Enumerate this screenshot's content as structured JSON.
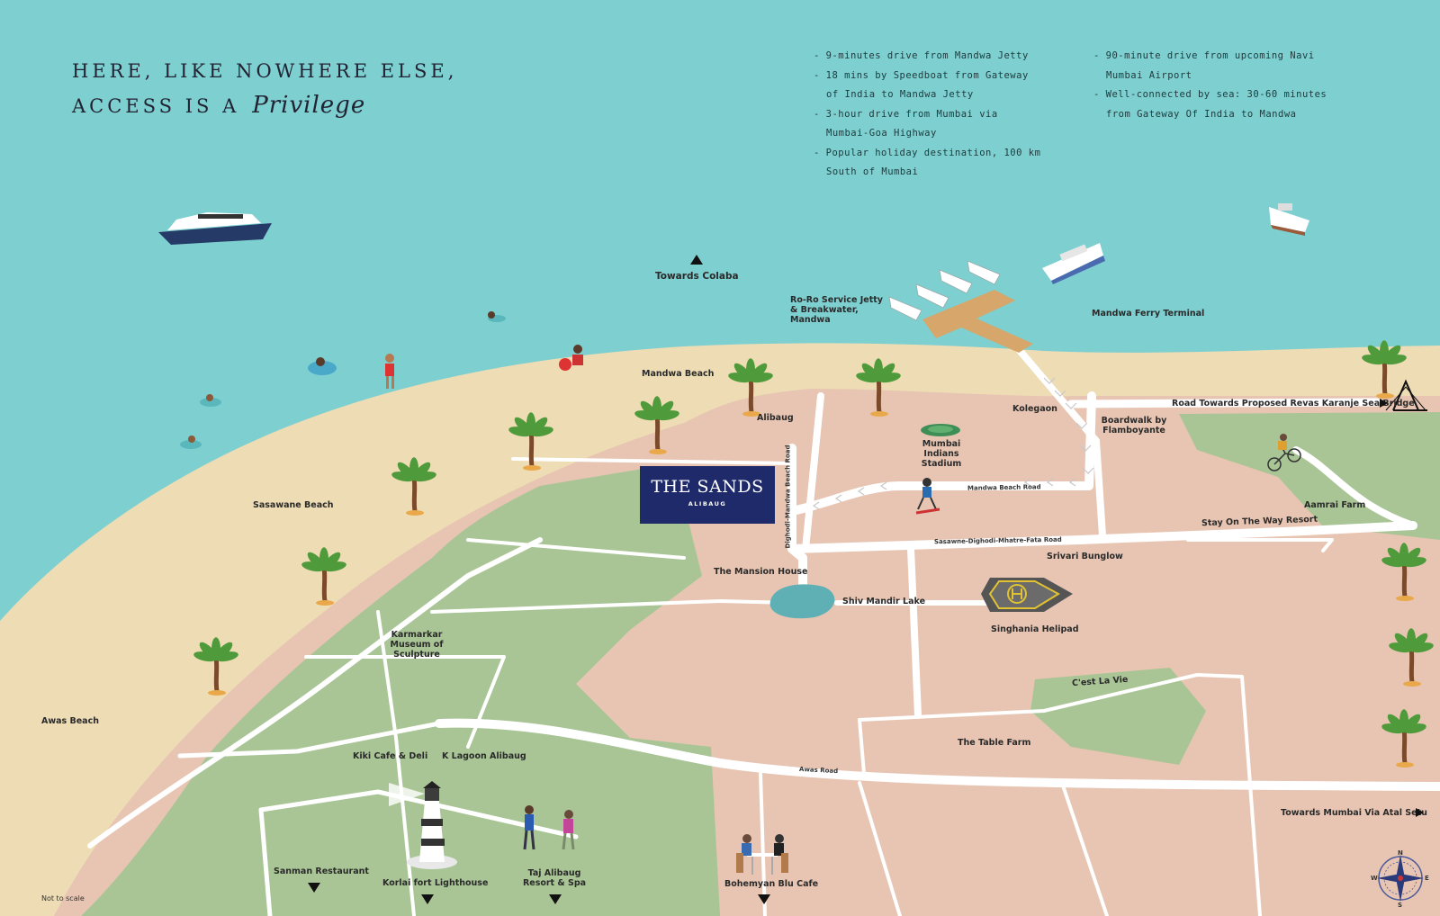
{
  "headline": {
    "line1": "HERE, LIKE NOWHERE ELSE,",
    "line2": "ACCESS IS A",
    "script_word": "Privilege"
  },
  "facts_left": [
    "9-minutes drive from Mandwa Jetty",
    "18 mins by Speedboat from Gateway of India to Mandwa Jetty",
    "3-hour drive from Mumbai via Mumbai-Goa Highway",
    "Popular holiday destination, 100 km South of Mumbai"
  ],
  "facts_right": [
    "90-minute drive from upcoming Navi Mumbai Airport",
    "Well-connected by sea: 30-60 minutes from Gateway Of India to Mandwa"
  ],
  "brand": {
    "name": "THE SANDS",
    "sub": "ALIBAUG"
  },
  "places": {
    "towards_colaba": "Towards Colaba",
    "roro_jetty": "Ro-Ro Service Jetty & Breakwater, Mandwa",
    "mandwa_ferry": "Mandwa Ferry Terminal",
    "mandwa_beach": "Mandwa Beach",
    "alibaug": "Alibaug",
    "kolegaon": "Kolegaon",
    "revas_road": "Road Towards Proposed Revas Karanje Sea Bridge",
    "boardwalk": "Boardwalk by Flamboyante",
    "mi_stadium": "Mumbai Indians Stadium",
    "aamrai": "Aamrai Farm",
    "stay_resort": "Stay On The Way Resort",
    "sasawane_beach": "Sasawane Beach",
    "srivari": "Srivari Bunglow",
    "mansion": "The Mansion House",
    "shiv_lake": "Shiv Mandir Lake",
    "helipad": "Singhania Helipad",
    "karmarkar": "Karmarkar Museum of Sculpture",
    "cest_la_vie": "C'est La Vie",
    "table_farm": "The Table Farm",
    "awas_beach": "Awas Beach",
    "kiki": "Kiki Cafe & Deli",
    "k_lagoon": "K Lagoon Alibaug",
    "towards_mumbai": "Towards Mumbai Via Atal Setu",
    "sanman": "Sanman Restaurant",
    "korlai": "Korlai fort Lighthouse",
    "taj": "Taj Alibaug Resort & Spa",
    "bohemyan": "Bohemyan Blu Cafe"
  },
  "roads": {
    "mandwa_beach_road": "Mandwa Beach Road",
    "dighodi_road": "Dighodi-Mandwa Beach Road",
    "sasawne_road": "Sasawne-Dighodi-Mhatre-Fata Road",
    "awas_road": "Awas Road"
  },
  "compass": {
    "n": "N",
    "s": "S",
    "e": "E",
    "w": "W"
  },
  "scale_note": "Not to scale",
  "colors": {
    "sea": "#7ecfd0",
    "sand": "#eddcb4",
    "land": "#e7c5b2",
    "green": "#a9c596",
    "road": "#ffffff",
    "brand": "#1f2a6b",
    "lake": "#5fb0b4"
  },
  "icons": [
    "yacht-icon",
    "cruise-ship-icon",
    "motorboat-icon",
    "swimmer-icon",
    "palm-tree-icon",
    "stadium-icon",
    "helipad-icon",
    "lighthouse-icon",
    "cyclist-icon",
    "skater-icon",
    "cafe-diners-icon",
    "golfers-icon",
    "bridge-icon",
    "compass-icon"
  ]
}
